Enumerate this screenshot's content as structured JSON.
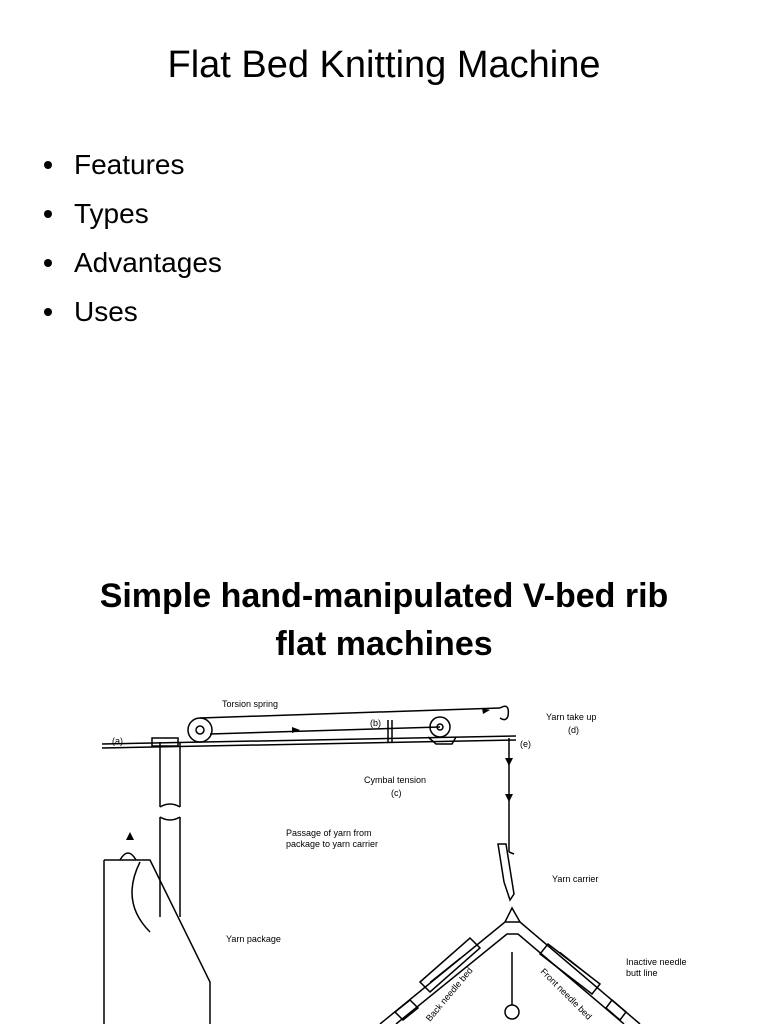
{
  "slide1": {
    "title": "Flat Bed Knitting Machine",
    "bullets": [
      "Features",
      "Types",
      "Advantages",
      "Uses"
    ]
  },
  "slide2": {
    "title_line1": "Simple hand-manipulated V-bed rib",
    "title_line2": "flat machines",
    "diagram_labels": {
      "torsion_spring": "Torsion spring",
      "a": "(a)",
      "b": "(b)",
      "yarn_take_up": "Yarn take up",
      "d": "(d)",
      "e": "(e)",
      "cymbal_tension": "Cymbal tension",
      "c": "(c)",
      "passage_line1": "Passage of yarn from",
      "passage_line2": "package to yarn carrier",
      "yarn_carrier": "Yarn carrier",
      "yarn_package": "Yarn package",
      "inactive_line1": "Inactive needle",
      "inactive_line2": "butt line",
      "back_needle_bed": "Back needle bed",
      "front_needle_bed": "Front needle bed"
    }
  }
}
